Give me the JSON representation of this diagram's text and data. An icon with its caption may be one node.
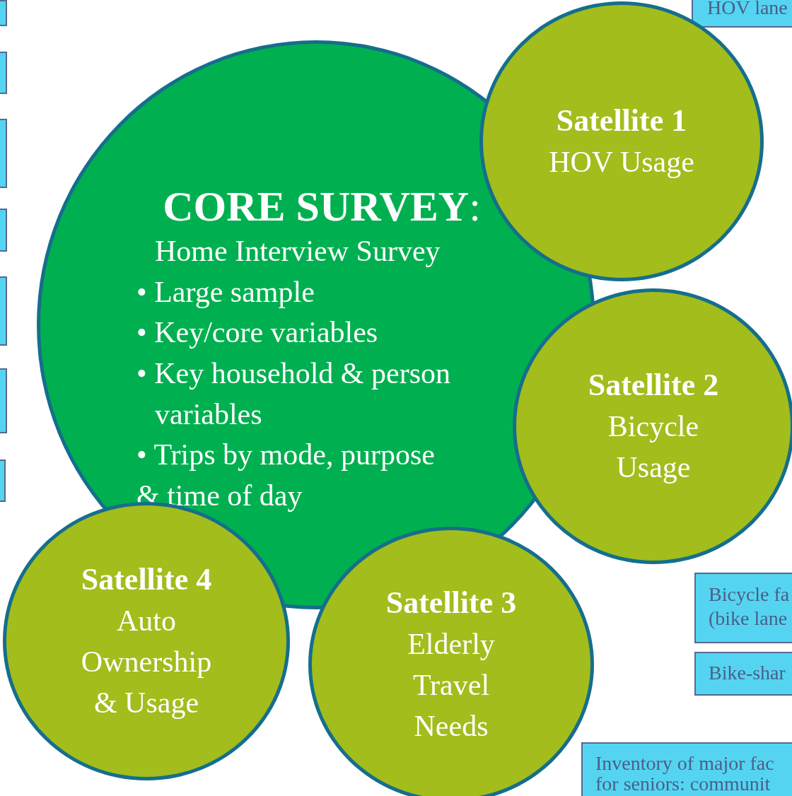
{
  "diagram": {
    "nodes": [
      {
        "text": [],
        "shape": "box"
      },
      {
        "text": [],
        "shape": "box"
      },
      {
        "text": [],
        "shape": "box"
      },
      {
        "text": [],
        "shape": "box"
      },
      {
        "text": [],
        "shape": "box"
      },
      {
        "text": [],
        "shape": "box"
      },
      {
        "text": [],
        "shape": "box"
      },
      {
        "text": [
          "HOV lane"
        ]
      },
      {
        "text": [
          "**CORE SURVEY**:",
          "Home Interview Survey",
          "• Large sample",
          "• Key/core variables",
          "• Key household & person variables",
          "• Trips by mode, purpose & time of day"
        ]
      },
      {
        "text": [
          "Satellite 1",
          "HOV Usage"
        ]
      },
      {
        "text": [
          "Satellite 2",
          "Bicycle Usage"
        ]
      },
      {
        "text": [
          "Satellite 4",
          "Auto Ownership & Usage"
        ]
      },
      {
        "text": [
          "Satellite 3",
          "Elderly Travel Needs"
        ]
      },
      {
        "text": [
          "Bicycle fa",
          "(bike lane"
        ]
      },
      {
        "text": [
          "Bike-shar"
        ]
      },
      {
        "text": [
          "Inventory of major fac",
          "for seniors: communit"
        ]
      }
    ]
  }
}
